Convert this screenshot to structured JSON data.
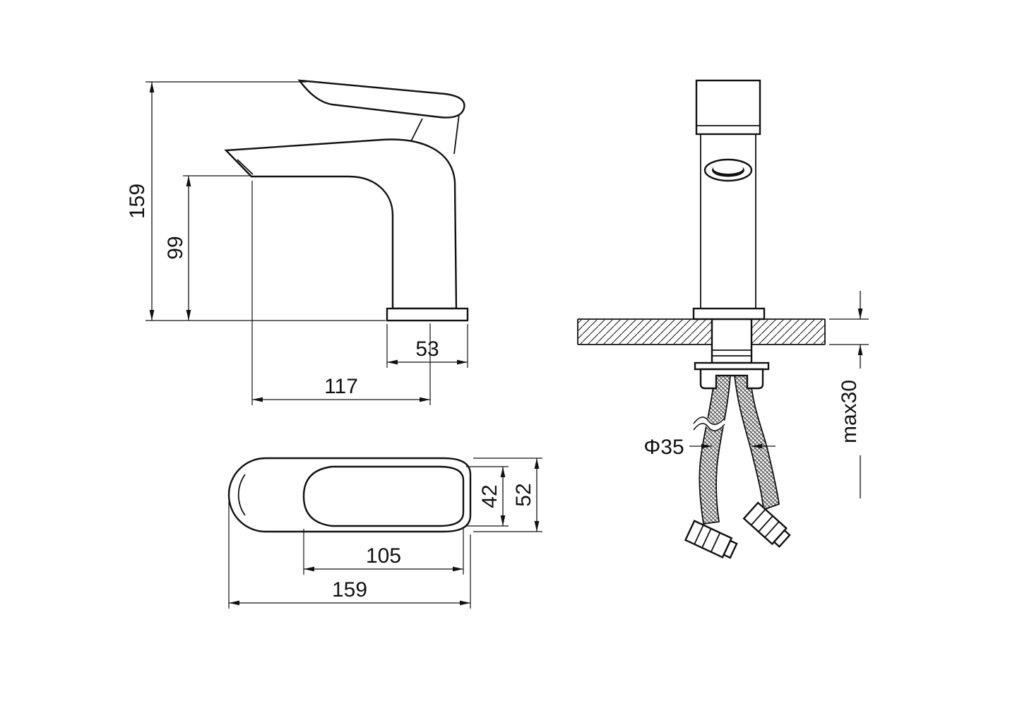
{
  "page": {
    "background": "#ffffff",
    "line_color": "#111111"
  },
  "dims": {
    "side": {
      "total_height": "159",
      "spout_height": "99",
      "base_depth": "53",
      "spout_reach": "117"
    },
    "top": {
      "handle_width": "42",
      "body_width": "52",
      "handle_length": "105",
      "total_length": "159"
    },
    "front": {
      "hole_diameter": "Φ35",
      "max_counter_thickness": "max30"
    }
  }
}
